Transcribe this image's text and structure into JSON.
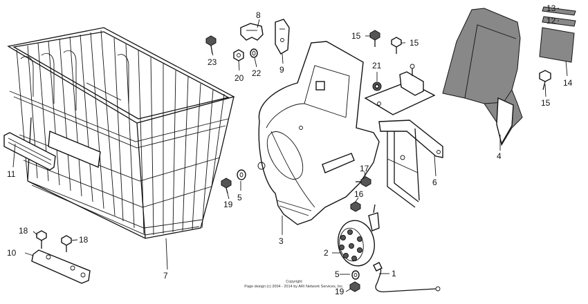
{
  "callouts": [
    {
      "id": "c1",
      "label": "1"
    },
    {
      "id": "c2",
      "label": "2"
    },
    {
      "id": "c3",
      "label": "3"
    },
    {
      "id": "c4",
      "label": "4"
    },
    {
      "id": "c5a",
      "label": "5"
    },
    {
      "id": "c5b",
      "label": "5"
    },
    {
      "id": "c6",
      "label": "6"
    },
    {
      "id": "c7",
      "label": "7"
    },
    {
      "id": "c8",
      "label": "8"
    },
    {
      "id": "c9",
      "label": "9"
    },
    {
      "id": "c10",
      "label": "10"
    },
    {
      "id": "c11",
      "label": "11"
    },
    {
      "id": "c12",
      "label": "12"
    },
    {
      "id": "c13",
      "label": "13"
    },
    {
      "id": "c14",
      "label": "14"
    },
    {
      "id": "c15a",
      "label": "15"
    },
    {
      "id": "c15b",
      "label": "15"
    },
    {
      "id": "c15c",
      "label": "15"
    },
    {
      "id": "c16",
      "label": "16"
    },
    {
      "id": "c17",
      "label": "17"
    },
    {
      "id": "c18a",
      "label": "18"
    },
    {
      "id": "c18b",
      "label": "18"
    },
    {
      "id": "c19a",
      "label": "19"
    },
    {
      "id": "c19b",
      "label": "19"
    },
    {
      "id": "c20",
      "label": "20"
    },
    {
      "id": "c21",
      "label": "21"
    },
    {
      "id": "c22",
      "label": "22"
    },
    {
      "id": "c23",
      "label": "23"
    }
  ],
  "copyright": {
    "line1": "Copyright",
    "line2": "Page design (c) 2004 - 2014 by ARI Network Services, Inc."
  }
}
